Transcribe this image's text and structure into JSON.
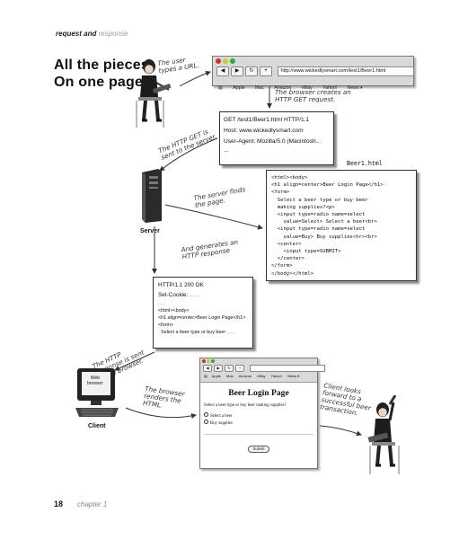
{
  "header": {
    "bold": "request and",
    "gray": "response"
  },
  "title": {
    "line1": "All the pieces.",
    "line2": "On one page."
  },
  "top_browser": {
    "url": "http://www.wickedlysmart.com/test1/Beer1.html",
    "bookmarks": [
      "Apple",
      "Mac",
      "Amazon",
      "eBay",
      "Yahoo!",
      "News ▾"
    ]
  },
  "annotations": {
    "user_types": "The user\ntypes a URL.",
    "browser_creates": "The browser creates an\nHTTP GET request.",
    "get_sent": "The HTTP GET is\nsent to the server.",
    "server_finds": "The server finds\nthe page.",
    "generates": "And generates an\nHTTP response",
    "response_sent": "The HTTP\nresponse is sent\nto the browser.",
    "browser_renders": "The browser\nrenders the\nHTML.",
    "client_looks": "Client looks\nforward to a\nsuccessful beer\ntransaction."
  },
  "request": {
    "line1": "GET /test1/Beer1.html HTTP/1.1",
    "line2": "Host: www.wickedlysmart.com",
    "line3": "User-Agent: Mozilla/5.0 (Macintosh...",
    "line4": "..."
  },
  "html_file": {
    "filename": "Beer1.html",
    "code": "<html><body>\n<h1 align=center>Beer Login Page</h1>\n<form>\n  Select a beer type or buy beer\n  making supplies?<p>\n  <input type=radio name=select\n    value=Select> Select a beer<br>\n  <input type=radio name=select\n    value=Buy> Buy supplies<hr><br>\n  <center>\n    <input type=SUBMIT>\n  </center>\n</form>\n</body></html>"
  },
  "response": {
    "status": "HTTP/1.1 200 OK",
    "cookie": "Set-Cookie: . . .",
    "dots": ". . .",
    "l1": "<html><body>",
    "l2": "<h1 align=center>Beer Login Page</h1>",
    "l3": "<form>",
    "l4": "  Select a beer type or buy beer . . ."
  },
  "labels": {
    "server": "Server",
    "client": "Client",
    "monitor": "Web\nbrowser"
  },
  "bottom_browser": {
    "bookmarks": [
      "Apple",
      "Mac",
      "Amazon",
      "eBay",
      "Yahoo!",
      "News ▾"
    ],
    "page_title": "Beer Login Page",
    "question": "Select a beer type or buy beer making supplies?",
    "option1": "Select a beer",
    "option2": "Buy supplies",
    "submit": "Submit"
  },
  "footer": {
    "page": "18",
    "chapter": "chapter 1"
  }
}
